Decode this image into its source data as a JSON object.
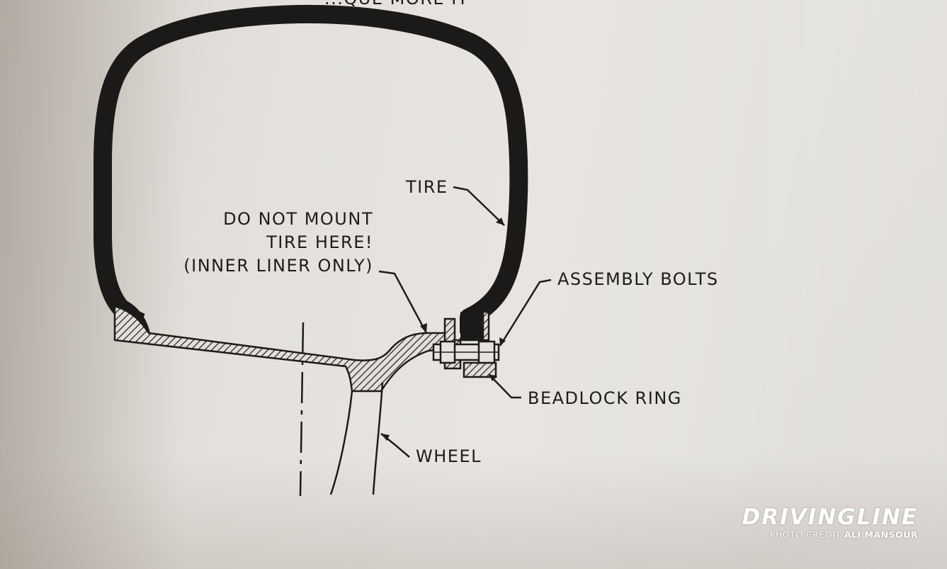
{
  "diagram": {
    "labels": {
      "top_fragment": "...QUE MORE IT",
      "warning_line1": "DO NOT MOUNT",
      "warning_line2": "TIRE HERE!",
      "warning_line3": "(INNER LINER ONLY)",
      "tire": "TIRE",
      "assembly_bolts": "ASSEMBLY BOLTS",
      "beadlock_ring": "BEADLOCK RING",
      "wheel": "WHEEL"
    },
    "colors": {
      "ink": "#1e1c1b",
      "paper": "#e6e3de"
    }
  },
  "watermark": {
    "logo": "DRIVINGLINE",
    "credit_prefix": "PHOTO CREDIT",
    "credit_name": "ALI MANSOUR"
  }
}
